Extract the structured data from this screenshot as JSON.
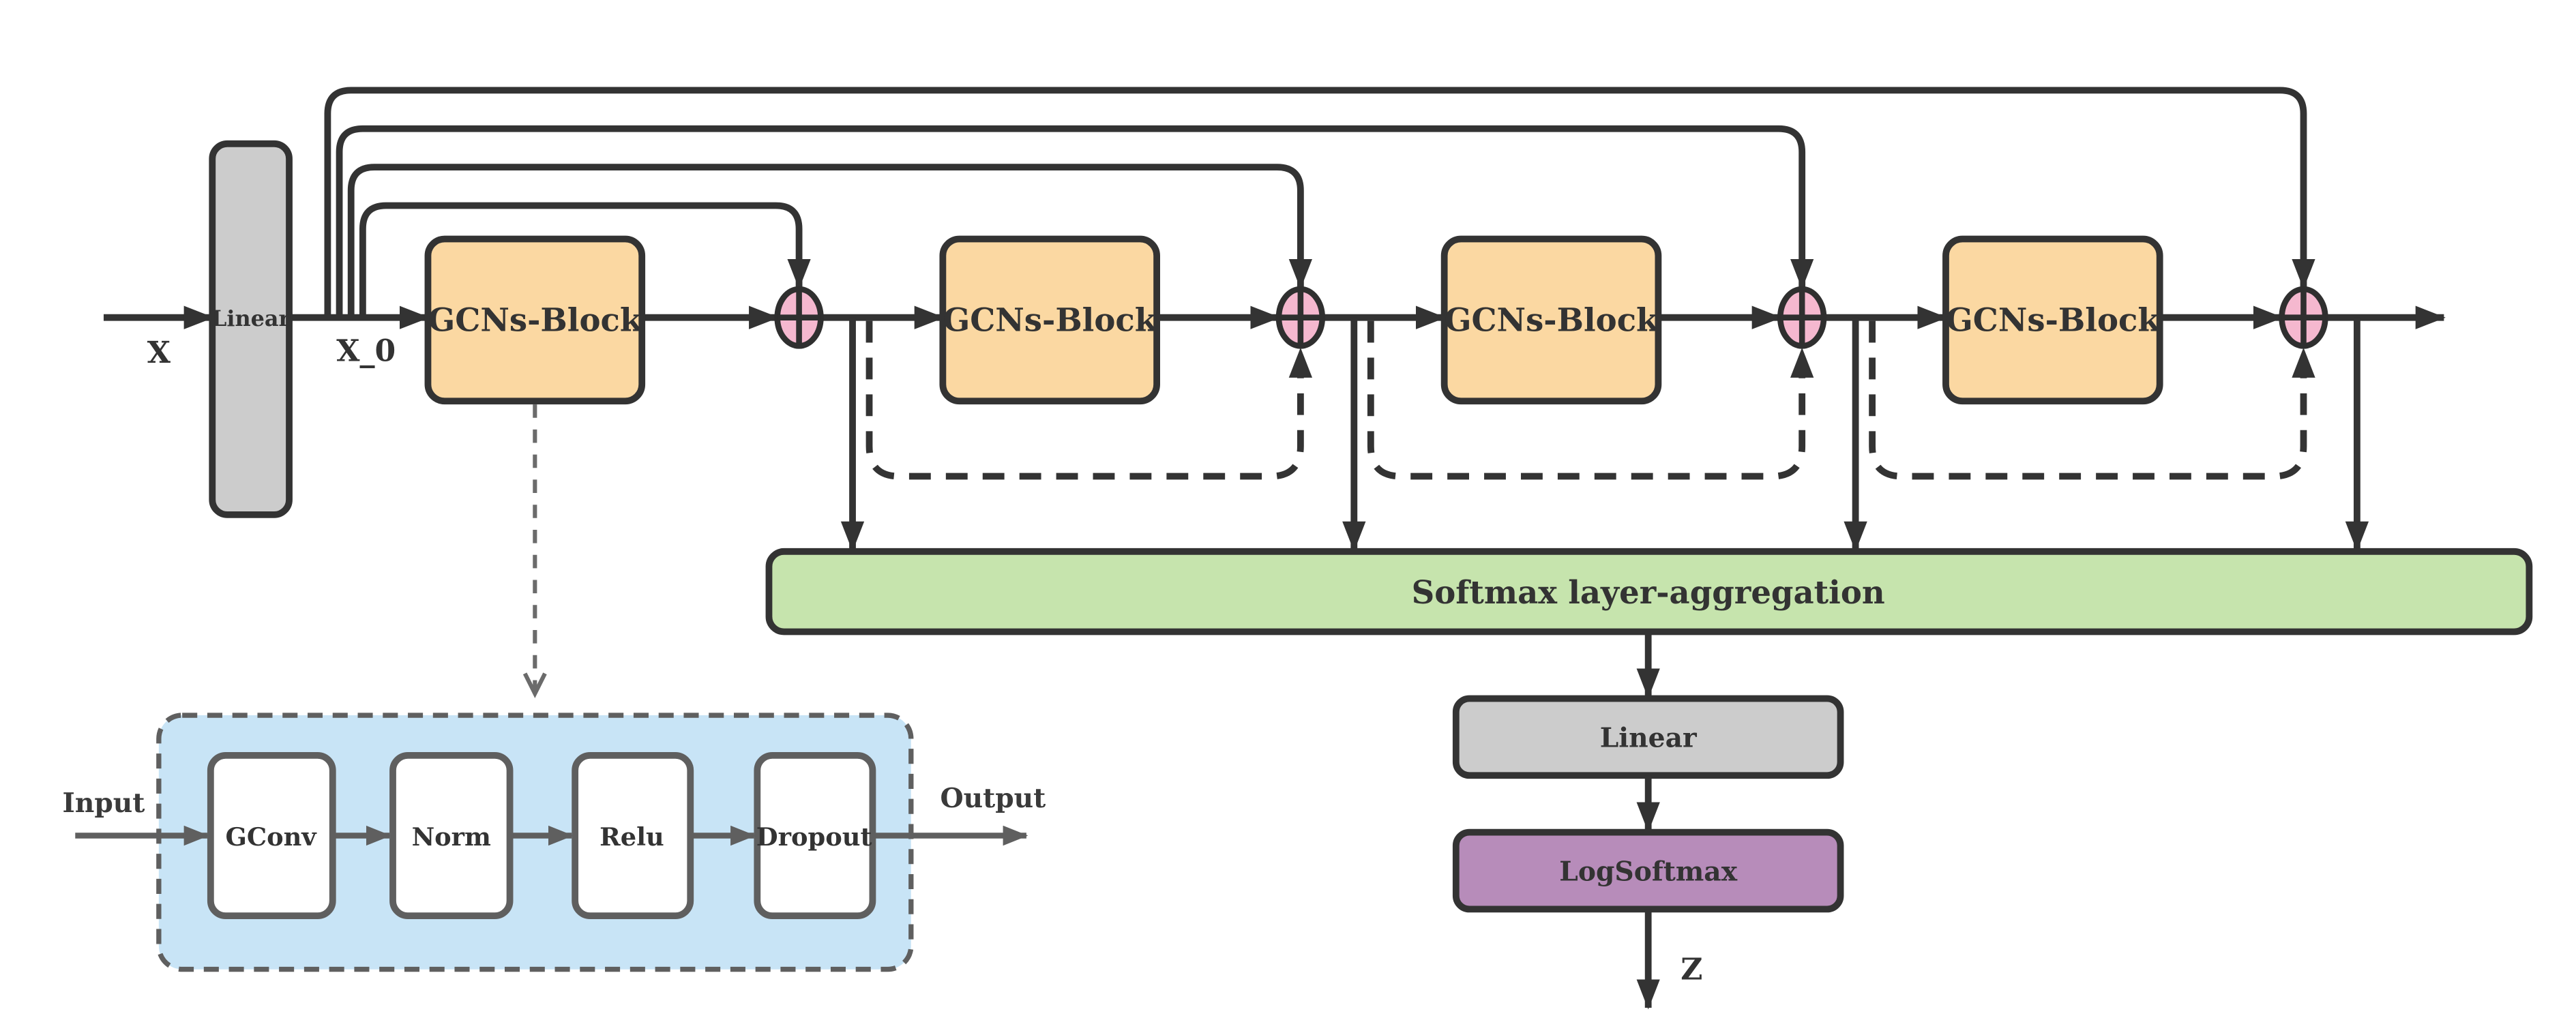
{
  "diagram": {
    "input_label": "X",
    "input_linear_label": "Linear",
    "x0_label": "X_0",
    "gcn_blocks": [
      "GCNs-Block",
      "GCNs-Block",
      "GCNs-Block",
      "GCNs-Block"
    ],
    "add_node_icon": "circled-plus",
    "aggregation_label": "Softmax layer-aggregation",
    "output_linear_label": "Linear",
    "logsoftmax_label": "LogSoftmax",
    "output_label": "Z",
    "detail": {
      "input_label": "Input",
      "output_label": "Output",
      "stages": [
        "GConv",
        "Norm",
        "Relu",
        "Dropout"
      ]
    },
    "colors": {
      "block_orange": "#fbd8a2",
      "gray_block": "#cccccc",
      "green_bar": "#c6e4ad",
      "purple_block": "#b78cba",
      "pink_node": "#f5b8cf",
      "blue_panel": "#c8e4f6",
      "white_box": "#ffffff",
      "line_dark": "#333333",
      "line_gray": "#5f5f5f"
    }
  }
}
